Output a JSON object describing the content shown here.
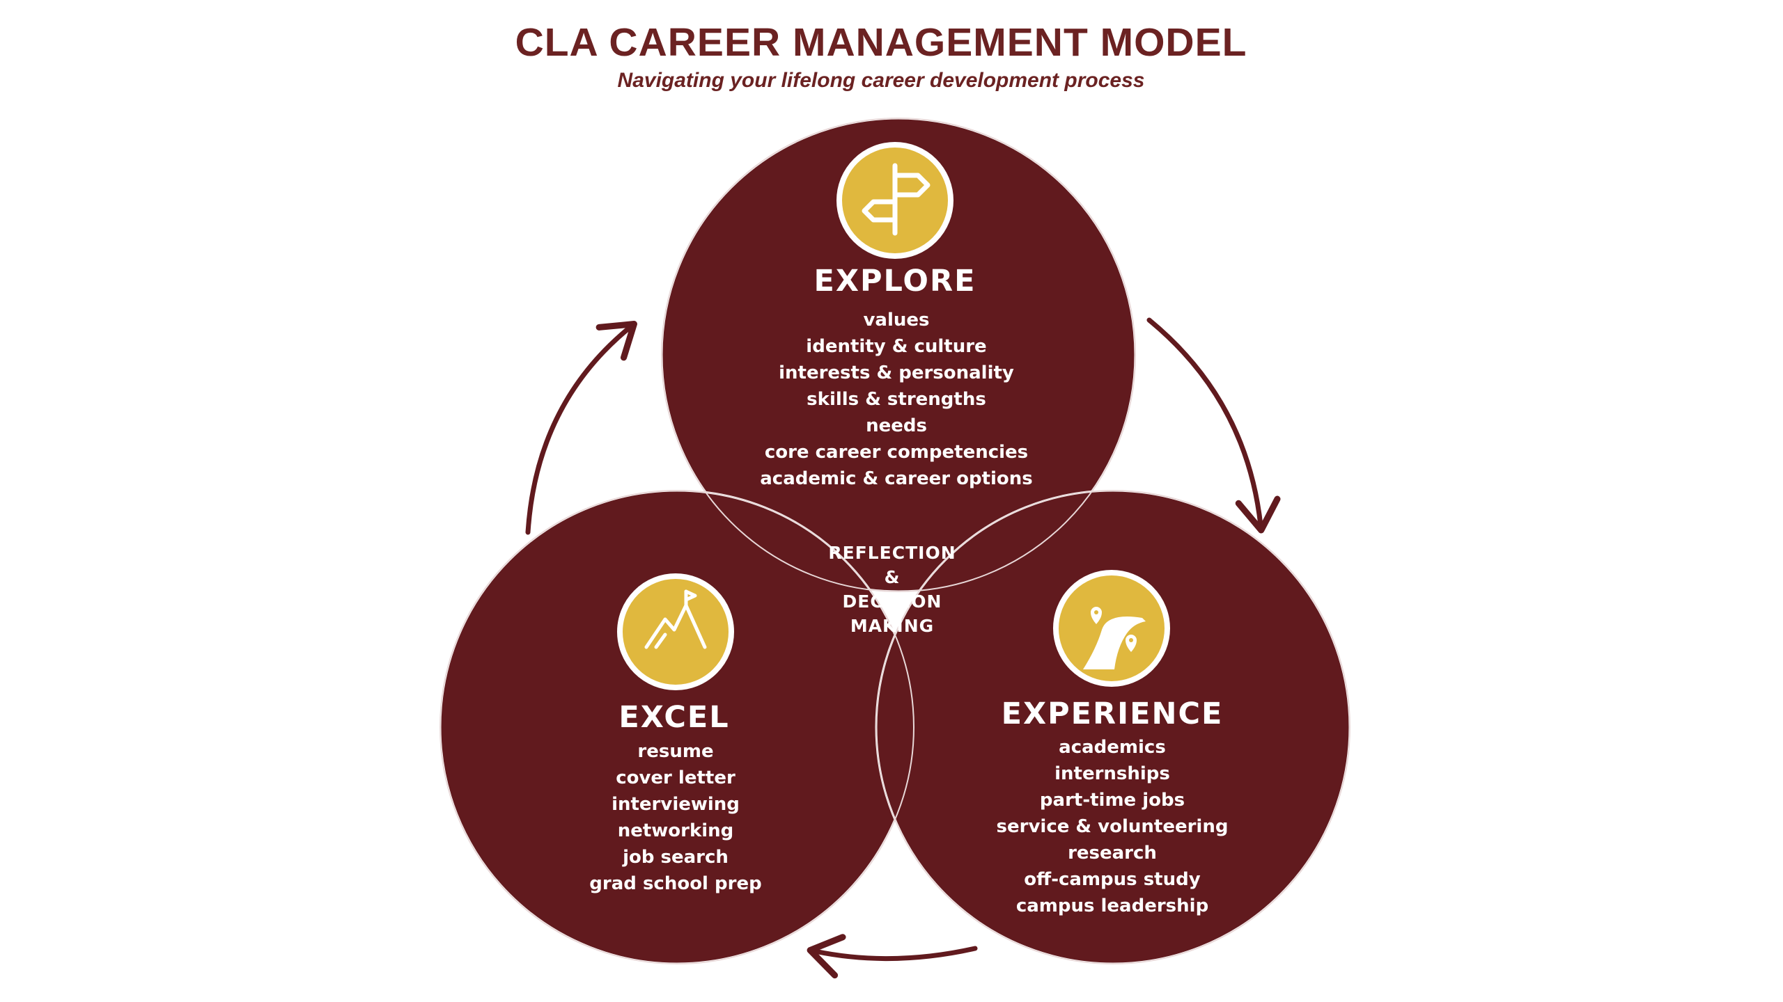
{
  "title": "CLA CAREER MANAGEMENT MODEL",
  "subtitle": "Navigating your lifelong career development process",
  "colors": {
    "maroon": "#611a1e",
    "gold": "#e0b83e",
    "title": "#6b2222",
    "white": "#ffffff",
    "overlap_line": "#e8d8d8"
  },
  "explore": {
    "heading": "EXPLORE",
    "icon": "signpost-icon",
    "items": [
      "values",
      "identity & culture",
      "interests & personality",
      "skills & strengths",
      "needs",
      "core career competencies",
      "academic & career options"
    ]
  },
  "excel": {
    "heading": "EXCEL",
    "icon": "mountain-flag-icon",
    "items": [
      "resume",
      "cover letter",
      "interviewing",
      "networking",
      "job search",
      "grad school prep"
    ]
  },
  "experience": {
    "heading": "EXPERIENCE",
    "icon": "winding-road-icon",
    "items": [
      "academics",
      "internships",
      "part-time jobs",
      "service & volunteering",
      "research",
      "off-campus study",
      "campus leadership"
    ]
  },
  "center": {
    "lines": [
      "REFLECTION",
      "&",
      "DECISION",
      "MAKING"
    ]
  }
}
